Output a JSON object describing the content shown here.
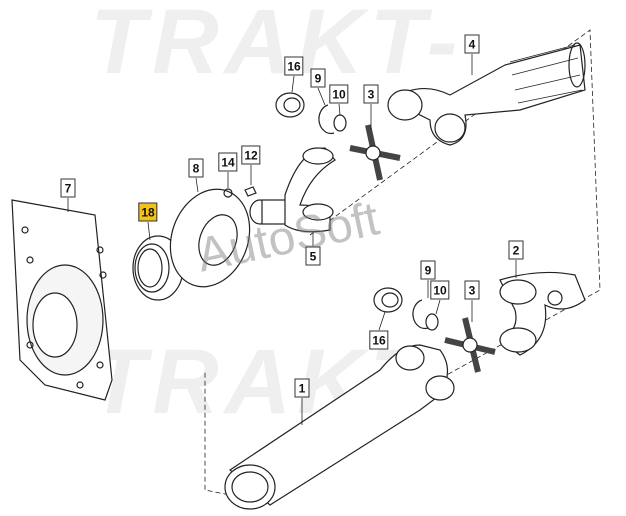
{
  "background_watermark": "TRAKT-",
  "watermark": "AutoSoft",
  "highlight_color": "#f2c21a",
  "callouts": [
    {
      "id": "4",
      "label": "4",
      "highlighted": false
    },
    {
      "id": "16a",
      "label": "16",
      "highlighted": false
    },
    {
      "id": "9a",
      "label": "9",
      "highlighted": false
    },
    {
      "id": "10a",
      "label": "10",
      "highlighted": false
    },
    {
      "id": "3a",
      "label": "3",
      "highlighted": false
    },
    {
      "id": "8",
      "label": "8",
      "highlighted": false
    },
    {
      "id": "14",
      "label": "14",
      "highlighted": false
    },
    {
      "id": "12",
      "label": "12",
      "highlighted": false
    },
    {
      "id": "7",
      "label": "7",
      "highlighted": false
    },
    {
      "id": "18",
      "label": "18",
      "highlighted": true
    },
    {
      "id": "5",
      "label": "5",
      "highlighted": false
    },
    {
      "id": "2",
      "label": "2",
      "highlighted": false
    },
    {
      "id": "9b",
      "label": "9",
      "highlighted": false
    },
    {
      "id": "10b",
      "label": "10",
      "highlighted": false
    },
    {
      "id": "3b",
      "label": "3",
      "highlighted": false
    },
    {
      "id": "16b",
      "label": "16",
      "highlighted": false
    },
    {
      "id": "1",
      "label": "1",
      "highlighted": false
    }
  ]
}
